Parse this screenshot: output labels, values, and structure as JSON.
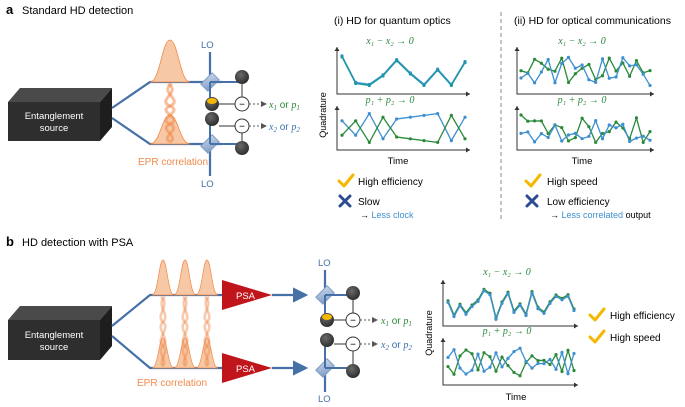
{
  "colors": {
    "blue": "#4670a8",
    "line_blue": "#3d8fd0",
    "line_green": "#2a8a3a",
    "teal": "#1a9aa0",
    "orange": "#f08a4b",
    "orange_fill": "#f6c8a6",
    "red": "#c0161b",
    "yellow": "#f5b800",
    "dark": "#2f2f2f",
    "cross": "#2b4b93"
  },
  "panel_a": {
    "label": "a",
    "title": "Standard HD detection",
    "source": [
      "Entanglement",
      "source"
    ],
    "epr": "EPR correlation",
    "lo_top": "LO",
    "lo_bottom": "LO",
    "out1": {
      "a": "x",
      "s1": "1",
      "or": " or ",
      "b": "p",
      "s2": "1"
    },
    "out2": {
      "a": "x",
      "s1": "2",
      "or": " or ",
      "b": "p",
      "s2": "2"
    },
    "minus": "−",
    "sub_i": {
      "title": "(i) HD for quantum optics",
      "eq1": "x₁ − x₂ → 0",
      "eq2": "p₁ + p₂ → 0",
      "ylabel": "Quadrature",
      "xlabel": "Time",
      "pro": "High efficiency",
      "con": "Slow",
      "note_arrow": "→ ",
      "note_hl": "Less clock",
      "note_rest": ""
    },
    "sub_ii": {
      "title": "(ii) HD for optical communications",
      "eq1": "x₁ − x₂ → 0",
      "eq2": "p₁ + p₂ → 0",
      "pro": "High speed",
      "con": "Low efficiency",
      "note_arrow": "→ ",
      "note_hl": "Less correlated",
      "note_rest": " output"
    }
  },
  "panel_b": {
    "label": "b",
    "title": "HD detection with PSA",
    "source": [
      "Entanglement",
      "source"
    ],
    "epr": "EPR correlation",
    "psa": "PSA",
    "lo_top": "LO",
    "lo_bottom": "LO",
    "eq1": "x₁ − x₂ → 0",
    "eq2": "p₁ + p₂ → 0",
    "ylabel": "Quadrature",
    "xlabel": "Time",
    "pro1": "High efficiency",
    "pro2": "High speed"
  }
}
